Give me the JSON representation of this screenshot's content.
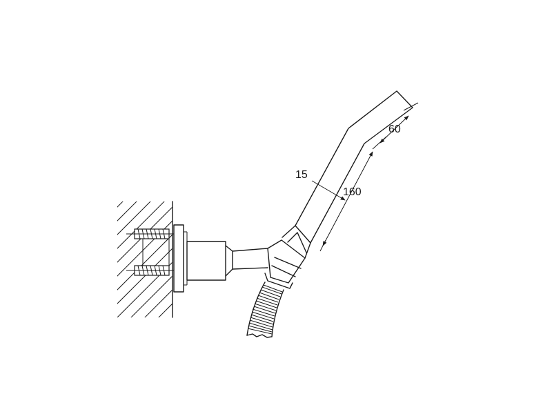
{
  "dimensions": {
    "head_width": "15",
    "handle_length": "160",
    "head_length": "60"
  },
  "colors": {
    "line": "#1a1a1a",
    "background": "#ffffff"
  }
}
